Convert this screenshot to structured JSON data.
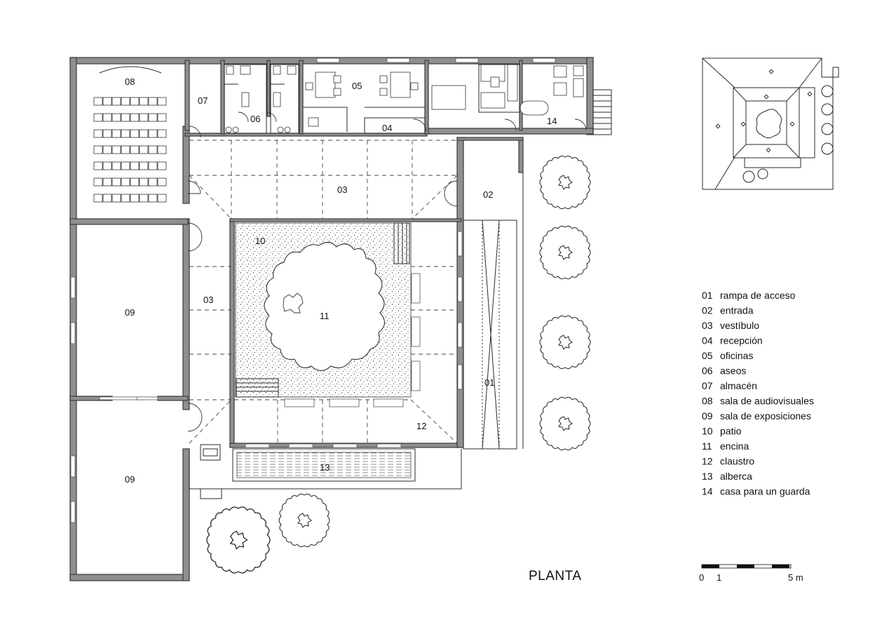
{
  "plan_title": "PLANTA",
  "room_labels": {
    "r08": "08",
    "r07": "07",
    "r06": "06",
    "r05": "05",
    "r04": "04",
    "r14": "14",
    "r03_top": "03",
    "r02": "02",
    "r10": "10",
    "r11": "11",
    "r03_left": "03",
    "r09_upper": "09",
    "r09_lower": "09",
    "r01": "01",
    "r12": "12",
    "r13": "13"
  },
  "legend": [
    {
      "num": "01",
      "text": "rampa de acceso"
    },
    {
      "num": "02",
      "text": "entrada"
    },
    {
      "num": "03",
      "text": "vestíbulo"
    },
    {
      "num": "04",
      "text": "recepción"
    },
    {
      "num": "05",
      "text": "oficinas"
    },
    {
      "num": "06",
      "text": "aseos"
    },
    {
      "num": "07",
      "text": "almacén"
    },
    {
      "num": "08",
      "text": "sala de audiovisuales"
    },
    {
      "num": "09",
      "text": "sala de exposiciones"
    },
    {
      "num": "10",
      "text": "patio"
    },
    {
      "num": "11",
      "text": "encina"
    },
    {
      "num": "12",
      "text": "claustro"
    },
    {
      "num": "13",
      "text": "alberca"
    },
    {
      "num": "14",
      "text": "casa para un guarda"
    }
  ],
  "scale_bar": {
    "label_0": "0",
    "label_1": "1",
    "label_5": "5 m"
  }
}
